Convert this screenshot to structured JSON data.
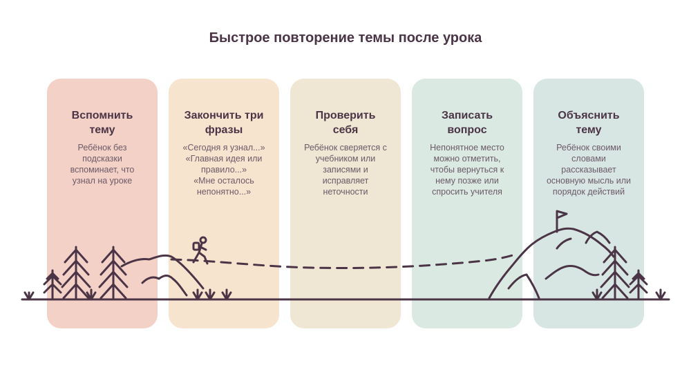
{
  "title": "Быстрое повторение темы после урока",
  "colors": {
    "text": "#4a3446",
    "line": "#4a3446",
    "card_1": "#f3d1c7",
    "card_2": "#f7e4cf",
    "card_3": "#efe6d3",
    "card_4": "#dae9e1",
    "card_5": "#d8e6e3"
  },
  "steps": [
    {
      "title_lines": [
        "Вспомнить",
        "тему"
      ],
      "text_lines": [
        "Ребёнок без",
        "подсказки",
        "вспоминает, что",
        "узнал на уроке"
      ]
    },
    {
      "title_lines": [
        "Закончить три",
        "фразы"
      ],
      "text_lines": [
        "«Сегодня я узнал...»",
        "«Главная идея или",
        "правило...»",
        "«Мне осталось",
        "непонятно...»"
      ]
    },
    {
      "title_lines": [
        "Проверить",
        "себя"
      ],
      "text_lines": [
        "Ребёнок сверяется с",
        "учебником или",
        "записями и",
        "исправляет",
        "неточности"
      ]
    },
    {
      "title_lines": [
        "Записать",
        "вопрос"
      ],
      "text_lines": [
        "Непонятное место",
        "можно отметить,",
        "чтобы вернуться к",
        "нему позже или",
        "спросить учителя"
      ]
    },
    {
      "title_lines": [
        "Объяснить",
        "тему"
      ],
      "text_lines": [
        "Ребёнок своими",
        "словами",
        "рассказывает",
        "основную мысль или",
        "порядок действий"
      ]
    }
  ],
  "icons": {
    "hiker": "hiker-icon",
    "flag": "flag-icon",
    "trees": "pine-tree-icon",
    "mountains": "mountain-icon"
  }
}
